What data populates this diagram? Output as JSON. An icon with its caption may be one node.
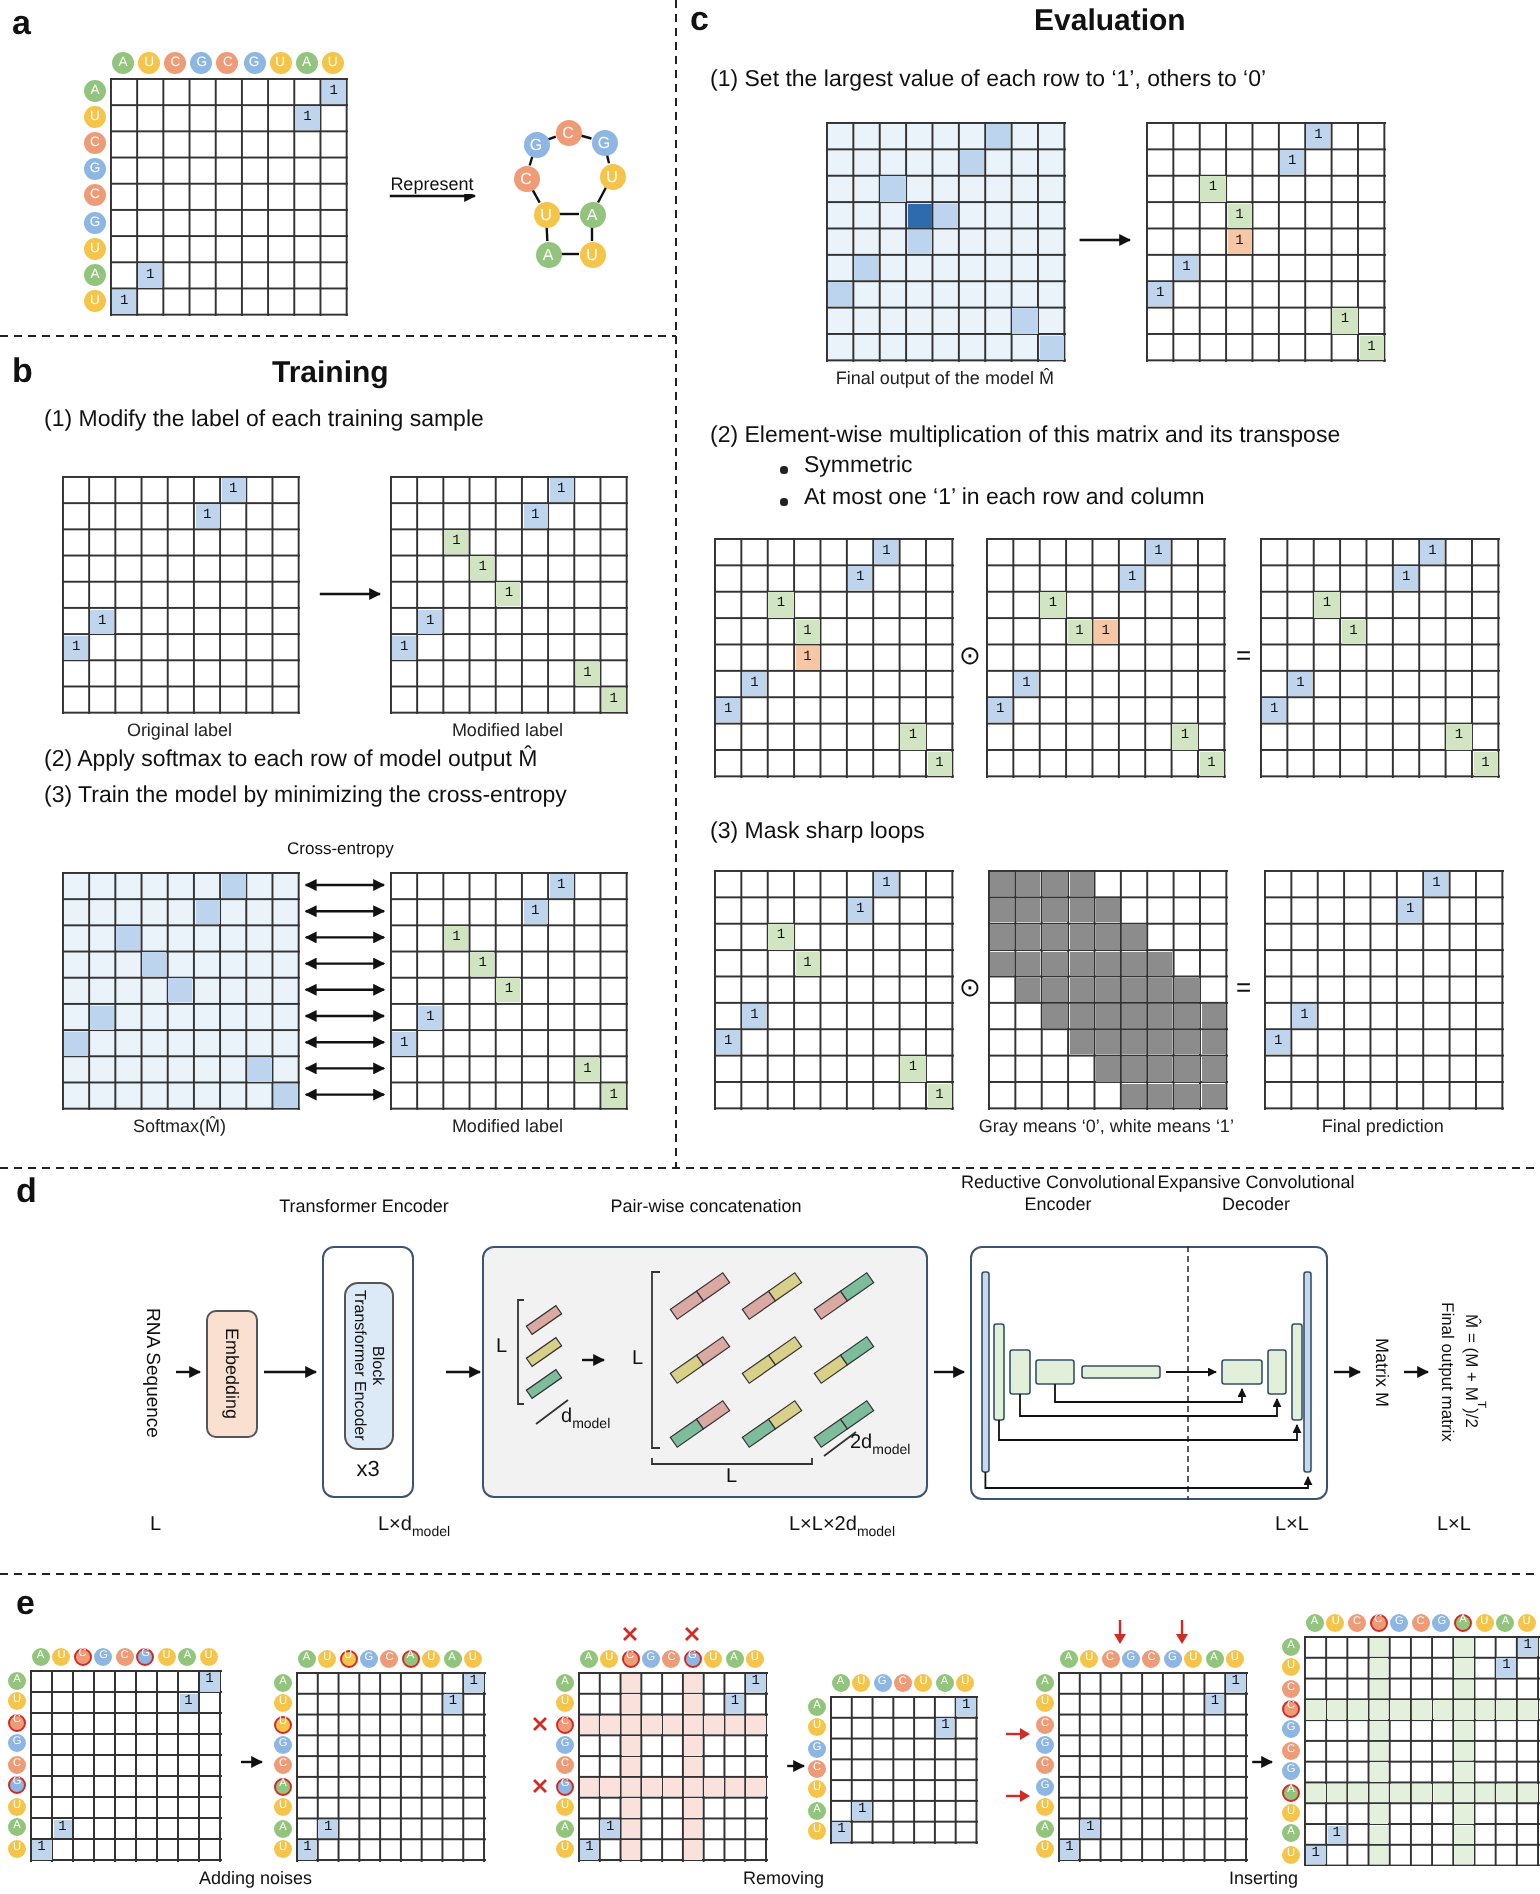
{
  "diagram": {
    "nodes": [
      {
        "text": [
          "A",
          "U",
          "C",
          "G",
          "C",
          "G",
          "U",
          "A",
          "U",
          "A",
          "U",
          "C",
          "G",
          "C",
          "G",
          "U",
          "A",
          "U",
          "1",
          "1",
          "1",
          "1"
        ]
      },
      {
        "text": [
          "A"
        ]
      },
      {
        "text": [
          "U"
        ]
      },
      {
        "text": [
          "C"
        ]
      },
      {
        "text": [
          "G"
        ]
      },
      {
        "text": [
          "C"
        ]
      },
      {
        "text": [
          "G"
        ]
      },
      {
        "text": [
          "U"
        ]
      },
      {
        "text": [
          "A"
        ]
      },
      {
        "text": [
          "U"
        ]
      },
      {
        "text": [
          "1",
          "1",
          "1",
          "1"
        ],
        "beside": [
          "Original label"
        ]
      },
      {
        "text": [
          "1",
          "1",
          "1",
          "1",
          "1",
          "1",
          "1",
          "1",
          "1"
        ],
        "beside": [
          "Modified label"
        ]
      },
      {
        "text": [],
        "shape": "box",
        "beside": [
          "Softmax(M̂)"
        ]
      },
      {
        "text": [
          "1",
          "1",
          "1",
          "1",
          "1",
          "1",
          "1",
          "1",
          "1"
        ],
        "beside": [
          "Modified label"
        ]
      },
      {
        "text": [],
        "shape": "box",
        "beside": [
          "Final output of the model M̂"
        ]
      },
      {
        "text": [
          "1",
          "1",
          "1",
          "1",
          "1",
          "1",
          "1",
          "1",
          "1"
        ]
      },
      {
        "text": [
          "1",
          "1",
          "1",
          "1",
          "1",
          "1",
          "1",
          "1",
          "1"
        ]
      },
      {
        "text": [
          "1",
          "1",
          "1",
          "1",
          "1",
          "1",
          "1",
          "1",
          "1"
        ]
      },
      {
        "text": [
          "1",
          "1",
          "1",
          "1",
          "1",
          "1",
          "1",
          "1"
        ]
      },
      {
        "text": [
          "1",
          "1",
          "1",
          "1",
          "1",
          "1",
          "1",
          "1"
        ]
      },
      {
        "text": [],
        "shape": "box",
        "beside": [
          "Gray means ‘0’, white means ‘1’"
        ]
      },
      {
        "text": [
          "1",
          "1",
          "1",
          "1"
        ],
        "beside": [
          "Final prediction"
        ]
      },
      {
        "text": [
          "RNA Sequence"
        ]
      },
      {
        "text": [
          "Embedding"
        ]
      },
      {
        "text": [
          "Transformer Encoder",
          "x3"
        ]
      },
      {
        "text": [
          "Transformer Encoder Block"
        ],
        "in": 24
      },
      {
        "text": [
          "Pair-wise concatenation"
        ]
      },
      {
        "text": [
          "Reductive Convolutional Encoder",
          "Expansive Convolutional Decoder"
        ]
      },
      {
        "text": [
          "Matrix M"
        ]
      },
      {
        "text": [
          "Final output matrix",
          "M̂ = (M + M$^{T}$)/2"
        ]
      },
      {
        "text": [
          "A",
          "U",
          "C",
          "G",
          "C",
          "G",
          "U",
          "A",
          "U",
          "A",
          "U",
          "C",
          "G",
          "C",
          "G",
          "U",
          "A",
          "U",
          "1",
          "1",
          "1",
          "1"
        ]
      },
      {
        "text": [
          "A",
          "U",
          "U",
          "G",
          "C",
          "A",
          "U",
          "A",
          "U",
          "A",
          "U",
          "U",
          "G",
          "C",
          "A",
          "U",
          "A",
          "U",
          "1",
          "1",
          "1",
          "1"
        ]
      },
      {
        "text": [
          "A",
          "U",
          "C",
          "G",
          "C",
          "G",
          "U",
          "A",
          "U",
          "A",
          "U",
          "C",
          "G",
          "C",
          "G",
          "U",
          "A",
          "U",
          "1",
          "1",
          "1",
          "1"
        ]
      },
      {
        "text": [
          "A",
          "U",
          "G",
          "C",
          "U",
          "A",
          "U",
          "A",
          "U",
          "G",
          "C",
          "U",
          "A",
          "U",
          "1",
          "1",
          "1",
          "1"
        ]
      },
      {
        "text": [
          "A",
          "U",
          "C",
          "G",
          "C",
          "G",
          "U",
          "A",
          "U",
          "A",
          "U",
          "C",
          "G",
          "C",
          "G",
          "U",
          "A",
          "U",
          "1",
          "1",
          "1",
          "1"
        ]
      },
      {
        "text": [
          "A",
          "U",
          "C",
          "C",
          "G",
          "C",
          "G",
          "A",
          "U",
          "A",
          "U",
          "A",
          "U",
          "C",
          "C",
          "G",
          "C",
          "G",
          "A",
          "U",
          "A",
          "U",
          "1",
          "1",
          "1",
          "1"
        ]
      }
    ],
    "edges": [
      {
        "from": 0,
        "to": 3,
        "label": "Represent",
        "arrow": "to"
      },
      {
        "from": 1,
        "to": 2,
        "arrow": "none"
      },
      {
        "from": 2,
        "to": 3,
        "arrow": "none"
      },
      {
        "from": 3,
        "to": 4,
        "arrow": "none"
      },
      {
        "from": 4,
        "to": 5,
        "arrow": "none"
      },
      {
        "from": 5,
        "to": 6,
        "arrow": "none"
      },
      {
        "from": 6,
        "to": 7,
        "arrow": "none"
      },
      {
        "from": 7,
        "to": 8,
        "arrow": "none"
      },
      {
        "from": 8,
        "to": 9,
        "arrow": "none"
      },
      {
        "from": 2,
        "to": 8,
        "arrow": "none"
      },
      {
        "from": 1,
        "to": 9,
        "arrow": "none"
      },
      {
        "from": 10,
        "to": 11,
        "arrow": "to"
      },
      {
        "from": 12,
        "to": 13,
        "arrow": "both"
      },
      {
        "from": 12,
        "to": 13,
        "arrow": "both"
      },
      {
        "from": 12,
        "to": 13,
        "arrow": "both"
      },
      {
        "from": 12,
        "to": 13,
        "arrow": "both"
      },
      {
        "from": 12,
        "to": 13,
        "arrow": "both"
      },
      {
        "from": 12,
        "to": 13,
        "arrow": "both"
      },
      {
        "from": 12,
        "to": 13,
        "arrow": "both"
      },
      {
        "from": 12,
        "to": 13,
        "arrow": "both"
      },
      {
        "from": 12,
        "to": 13,
        "arrow": "both"
      },
      {
        "from": 14,
        "to": 15,
        "arrow": "to"
      },
      {
        "from": 22,
        "to": 23,
        "arrow": "to"
      },
      {
        "from": 23,
        "to": 24,
        "arrow": "to"
      },
      {
        "from": 24,
        "to": 26,
        "arrow": "to"
      },
      {
        "from": 26,
        "to": 27,
        "arrow": "to"
      },
      {
        "from": 27,
        "to": 28,
        "arrow": "to"
      },
      {
        "from": 28,
        "to": 29,
        "arrow": "to"
      },
      {
        "from": 30,
        "to": 31,
        "arrow": "to"
      },
      {
        "from": 32,
        "to": 33,
        "arrow": "to"
      },
      {
        "from": 34,
        "to": 35,
        "arrow": "to"
      }
    ],
    "labels": [
      "a",
      "b",
      "Training",
      "(1) Modify the label of each training sample",
      "(2) Apply softmax to each row of model output M̂",
      "(3) Train the model by minimizing the cross-entropy",
      "Cross-entropy",
      "c",
      "Evaluation",
      "(1) Set the largest value of each row to ‘1’, others to ‘0’",
      "(2) Element-wise multiplication of this matrix and its transpose",
      "Symmetric",
      "At most one ‘1’ in each row and column",
      "⊙",
      "=",
      "(3) Mask sharp loops",
      "⊙",
      "=",
      "d",
      "L",
      "d$_{model}$",
      "L",
      "2d$_{model}$",
      "L",
      "L",
      "L×d$_{model}$",
      "L×L×2d$_{model}$",
      "L×L",
      "L×L",
      "e",
      "Adding noises",
      "Removing",
      "Inserting"
    ]
  }
}
